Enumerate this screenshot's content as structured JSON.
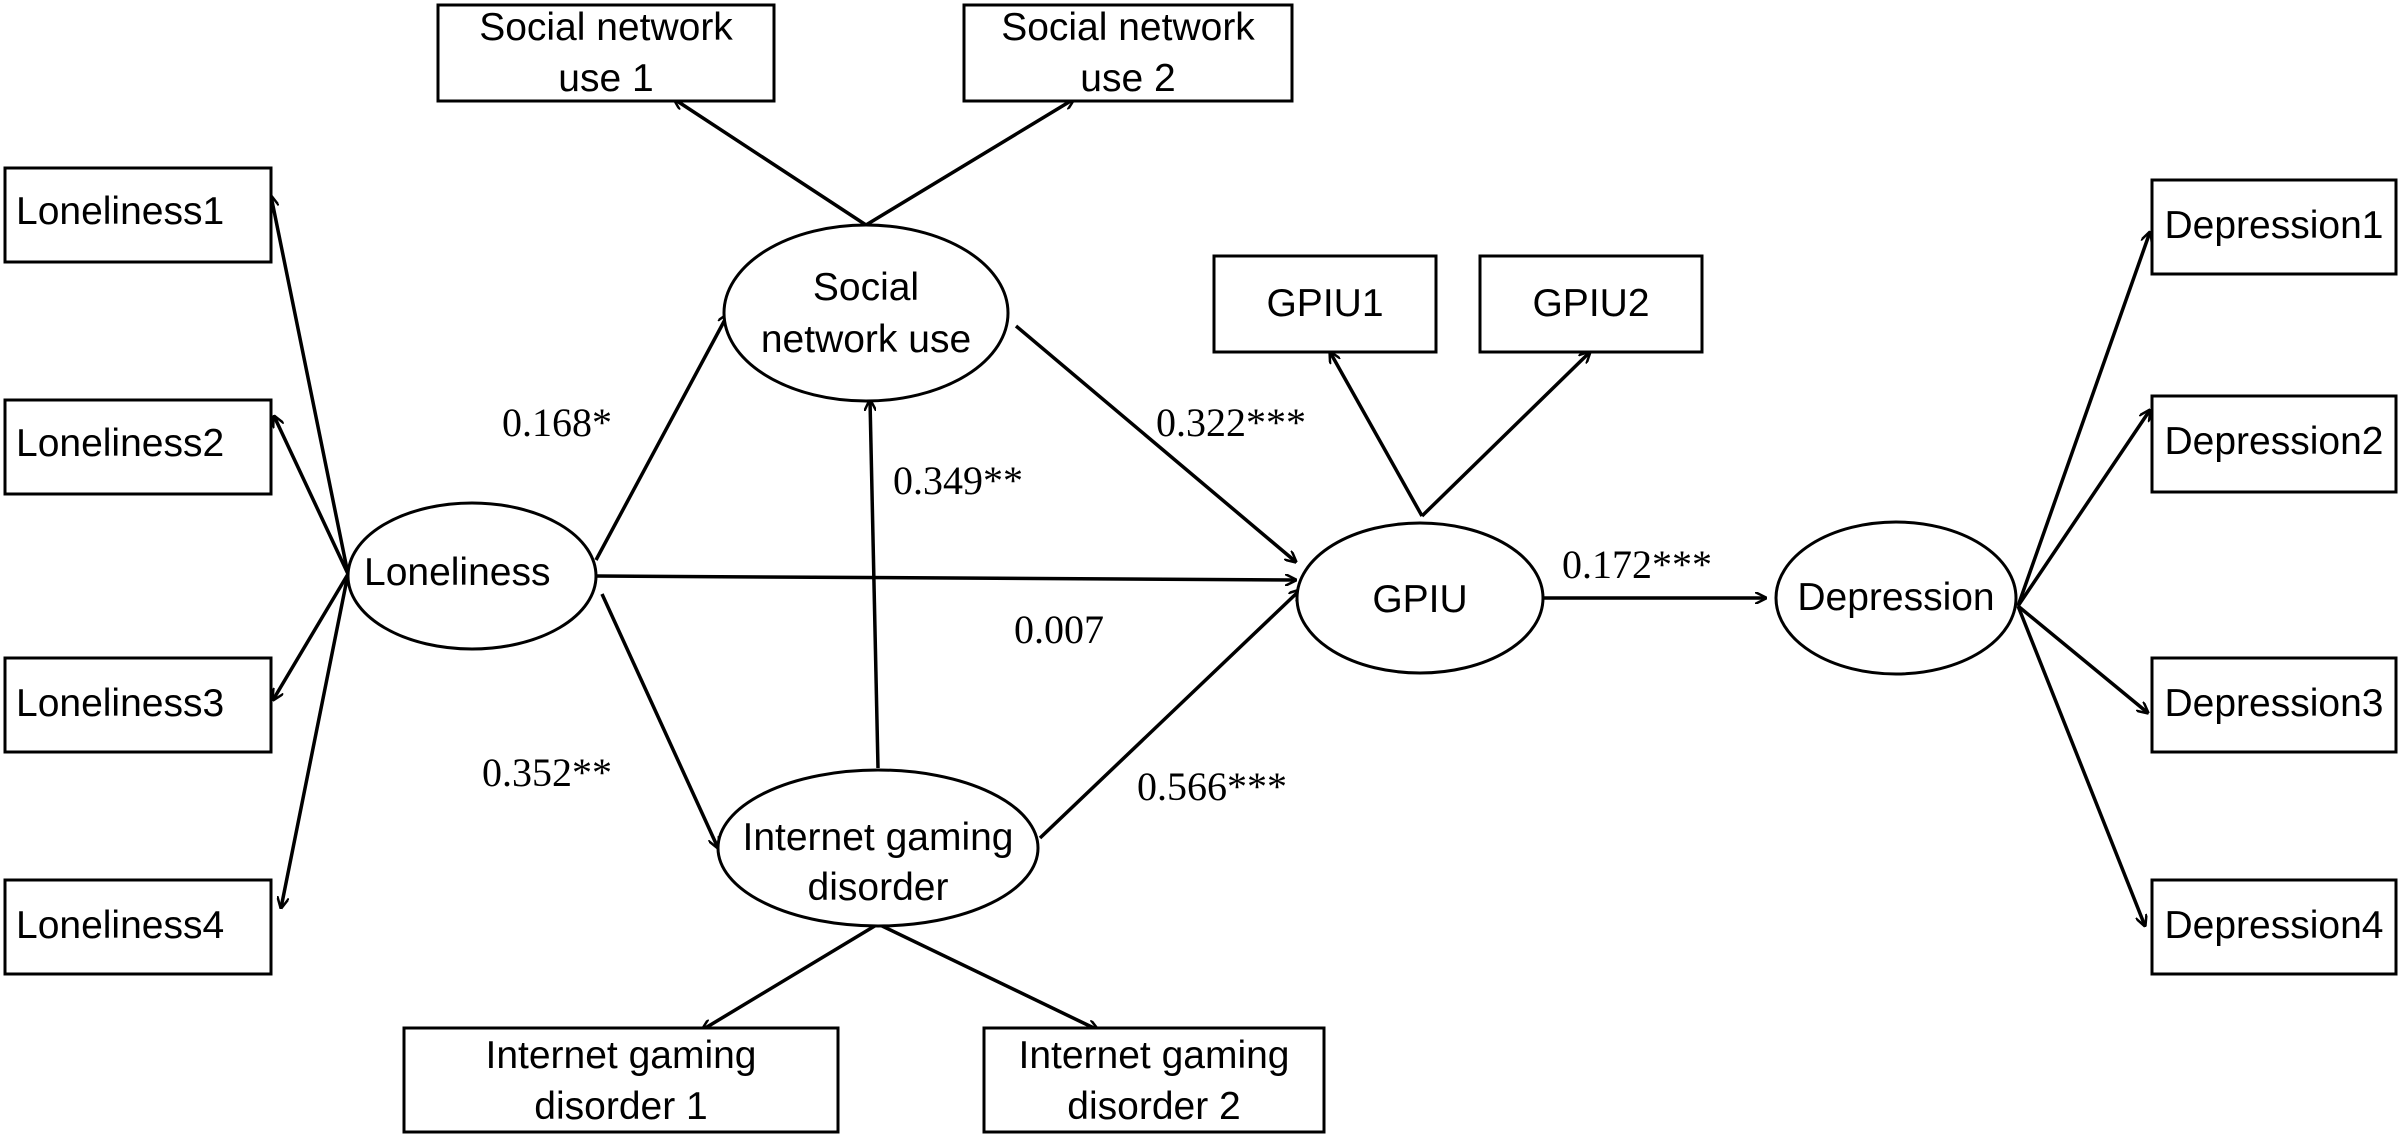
{
  "diagram": {
    "latent": {
      "loneliness": "Loneliness",
      "social_network_use": [
        "Social",
        "network use"
      ],
      "internet_gaming_disorder": [
        "Internet gaming",
        "disorder"
      ],
      "gpiu": "GPIU",
      "depression": "Depression"
    },
    "indicators": {
      "loneliness": [
        "Loneliness1",
        "Loneliness2",
        "Loneliness3",
        "Loneliness4"
      ],
      "social_network_use": [
        [
          "Social network",
          "use 1"
        ],
        [
          "Social network",
          "use 2"
        ]
      ],
      "internet_gaming_disorder": [
        [
          "Internet gaming",
          "disorder 1"
        ],
        [
          "Internet gaming",
          "disorder 2"
        ]
      ],
      "gpiu": [
        "GPIU1",
        "GPIU2"
      ],
      "depression": [
        "Depression1",
        "Depression2",
        "Depression3",
        "Depression4"
      ]
    },
    "paths": {
      "loneliness_to_sn": "0.168*",
      "ig_to_sn": "0.349**",
      "sn_to_gpiu": "0.322***",
      "loneliness_to_gpiu": "0.007",
      "loneliness_to_ig": "0.352**",
      "ig_to_gpiu": "0.566***",
      "gpiu_to_depression": "0.172***"
    }
  }
}
